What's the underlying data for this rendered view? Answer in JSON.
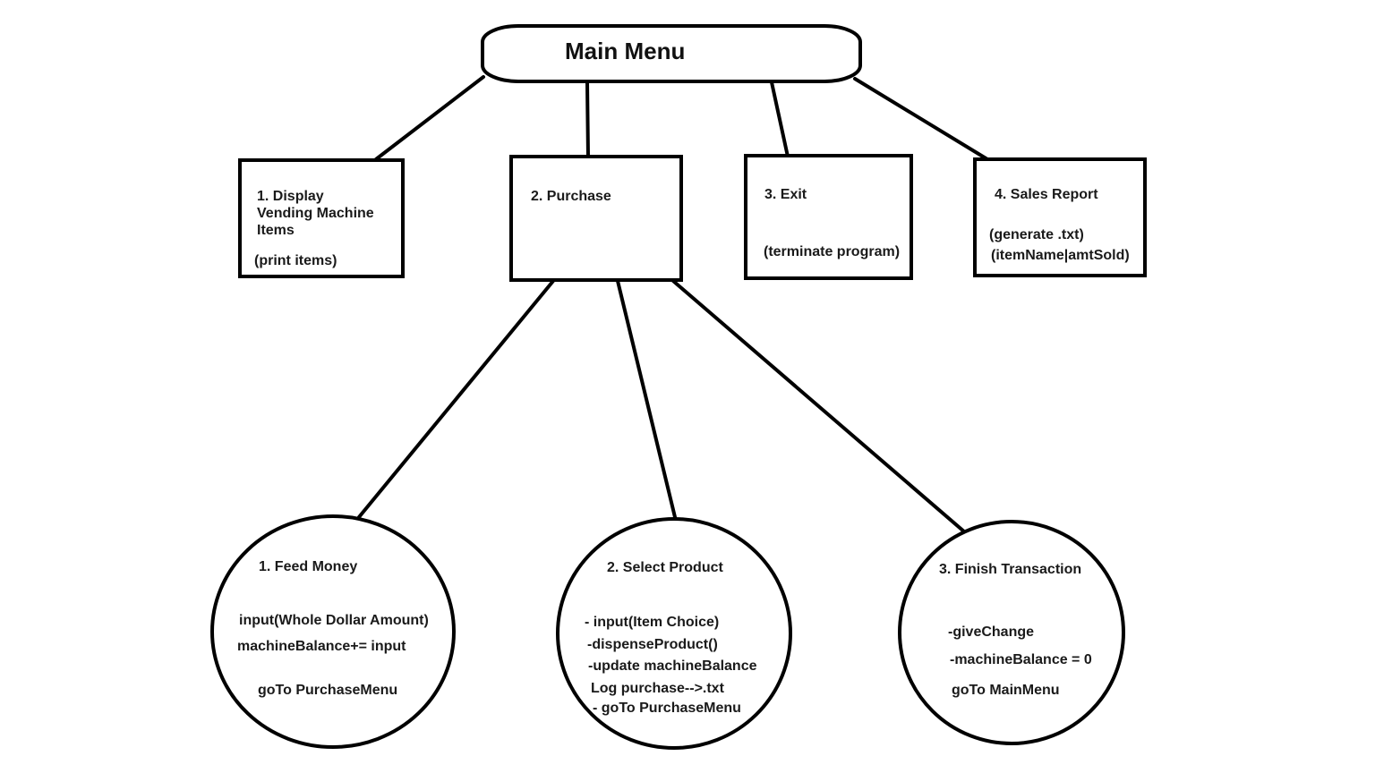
{
  "diagram": {
    "root": {
      "title": "Main Menu"
    },
    "menu_options": [
      {
        "heading_lines": [
          "1. Display",
          "Vending Machine",
          "Items"
        ],
        "note": "(print items)"
      },
      {
        "heading_lines": [
          "2. Purchase"
        ]
      },
      {
        "heading_lines": [
          "3. Exit"
        ],
        "note": "(terminate program)"
      },
      {
        "heading_lines": [
          "4. Sales Report"
        ],
        "note_lines": [
          "(generate .txt)",
          "(itemName|amtSold)"
        ]
      }
    ],
    "purchase_options": [
      {
        "heading": "1. Feed Money",
        "lines": [
          "input(Whole Dollar Amount)",
          "machineBalance+= input",
          "goTo PurchaseMenu"
        ]
      },
      {
        "heading": "2. Select Product",
        "lines": [
          "- input(Item Choice)",
          "-dispenseProduct()",
          "-update machineBalance",
          "Log purchase-->.txt",
          "- goTo PurchaseMenu"
        ]
      },
      {
        "heading": "3. Finish Transaction",
        "lines": [
          "-giveChange",
          "-machineBalance = 0",
          "goTo MainMenu"
        ]
      }
    ]
  }
}
